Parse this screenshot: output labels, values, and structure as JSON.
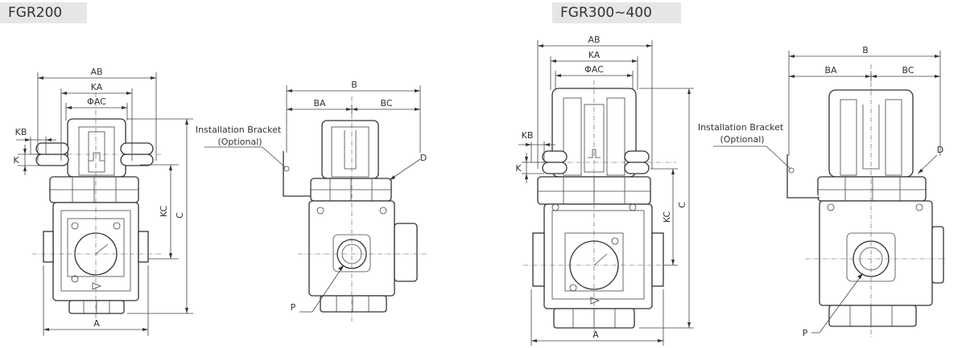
{
  "models": [
    {
      "name": "FGR200"
    },
    {
      "name": "FGR300~400"
    }
  ],
  "dimensions": {
    "ab": "AB",
    "ka": "KA",
    "oac": "ΦAC",
    "kb": "KB",
    "k": "K",
    "kc": "KC",
    "c": "C",
    "a": "A",
    "b": "B",
    "ba": "BA",
    "bc": "BC",
    "d": "D",
    "p": "P"
  },
  "labels": {
    "bracket_line1": "Installation Bracket",
    "bracket_line2": "(Optional)"
  }
}
